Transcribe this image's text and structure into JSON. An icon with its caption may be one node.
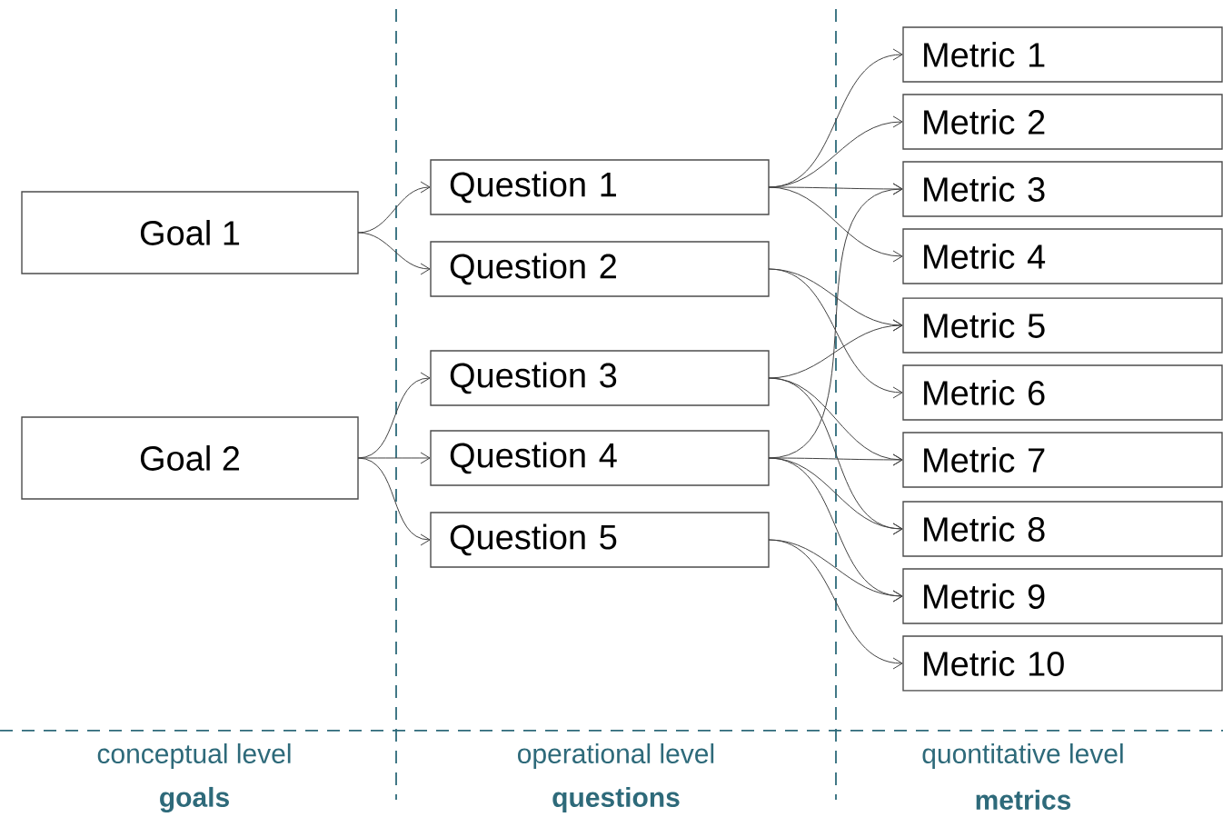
{
  "diagram": {
    "nodes": [
      {
        "text": [
          "Goal 1"
        ]
      },
      {
        "text": [
          "Goal 2"
        ]
      },
      {
        "text": [
          "Question 1"
        ]
      },
      {
        "text": [
          "Question 2"
        ]
      },
      {
        "text": [
          "Question 3"
        ]
      },
      {
        "text": [
          "Question 4"
        ]
      },
      {
        "text": [
          "Question 5"
        ]
      },
      {
        "text": [
          "Metric 1"
        ]
      },
      {
        "text": [
          "Metric 2"
        ]
      },
      {
        "text": [
          "Metric 3"
        ]
      },
      {
        "text": [
          "Metric 4"
        ]
      },
      {
        "text": [
          "Metric 5"
        ]
      },
      {
        "text": [
          "Metric 6"
        ]
      },
      {
        "text": [
          "Metric 7"
        ]
      },
      {
        "text": [
          "Metric 8"
        ]
      },
      {
        "text": [
          "Metric 9"
        ]
      },
      {
        "text": [
          "Metric 10"
        ]
      }
    ],
    "edges": [
      {
        "from": 0,
        "to": 2,
        "arrow": "to"
      },
      {
        "from": 0,
        "to": 3,
        "arrow": "to"
      },
      {
        "from": 1,
        "to": 4,
        "arrow": "to"
      },
      {
        "from": 1,
        "to": 5,
        "arrow": "to"
      },
      {
        "from": 1,
        "to": 6,
        "arrow": "to"
      },
      {
        "from": 2,
        "to": 7,
        "arrow": "to"
      },
      {
        "from": 2,
        "to": 8,
        "arrow": "to"
      },
      {
        "from": 2,
        "to": 9,
        "arrow": "to"
      },
      {
        "from": 2,
        "to": 10,
        "arrow": "to"
      },
      {
        "from": 3,
        "to": 11,
        "arrow": "to"
      },
      {
        "from": 3,
        "to": 12,
        "arrow": "to"
      },
      {
        "from": 4,
        "to": 11,
        "arrow": "to"
      },
      {
        "from": 4,
        "to": 13,
        "arrow": "to"
      },
      {
        "from": 4,
        "to": 14,
        "arrow": "to"
      },
      {
        "from": 5,
        "to": 9,
        "arrow": "to"
      },
      {
        "from": 5,
        "to": 13,
        "arrow": "to"
      },
      {
        "from": 5,
        "to": 14,
        "arrow": "to"
      },
      {
        "from": 5,
        "to": 15,
        "arrow": "to"
      },
      {
        "from": 6,
        "to": 15,
        "arrow": "to"
      },
      {
        "from": 6,
        "to": 16,
        "arrow": "to"
      }
    ],
    "labels": [
      "conceptual level",
      "**goals**",
      "operational level",
      "**questions**",
      "quontitative level",
      "**metrics**"
    ]
  }
}
